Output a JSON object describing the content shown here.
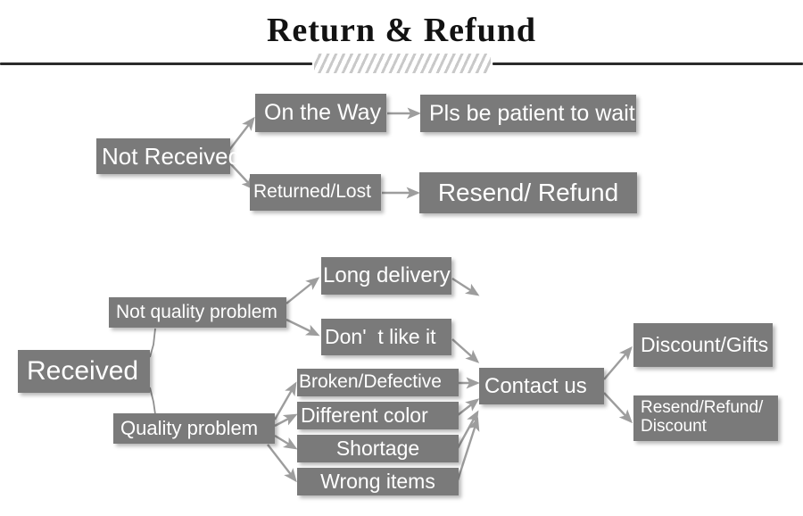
{
  "header": {
    "title": "Return & Refund",
    "divider_icon": "hatched-divider-icon"
  },
  "diagram": {
    "type": "flowchart",
    "box_color": "#7a7a7a",
    "text_color": "#ffffff",
    "arrow_color": "#9d9d9d",
    "branches": [
      {
        "root": "Not Received",
        "paths": [
          {
            "step": "On the Way",
            "result": "Pls be patient to wait"
          },
          {
            "step": "Returned/Lost",
            "result": "Resend/ Refund"
          }
        ]
      },
      {
        "root": "Received",
        "paths": [
          {
            "step": "Not quality problem",
            "issues": [
              "Long delivery",
              "Don'  t like it"
            ]
          },
          {
            "step": "Quality problem",
            "issues": [
              "Broken/Defective",
              "Different color",
              "Shortage",
              "Wrong items"
            ]
          }
        ],
        "action": "Contact us",
        "outcomes": [
          "Discount/Gifts",
          "Resend/Refund/\nDiscount"
        ]
      }
    ],
    "nodes": {
      "not_received": "Not Received",
      "on_the_way": "On the Way",
      "pls_be_patient": "Pls be patient to wait",
      "returned_lost": "Returned/Lost",
      "resend_refund": "Resend/ Refund",
      "received": "Received",
      "not_quality_problem": "Not quality problem",
      "quality_problem": "Quality problem",
      "long_delivery": "Long delivery",
      "dont_like_it": "Don'  t like it",
      "broken_defective": "Broken/Defective",
      "different_color": "Different color",
      "shortage": "Shortage",
      "wrong_items": "Wrong items",
      "contact_us": "Contact us",
      "discount_gifts": "Discount/Gifts",
      "resend_refund_discount_line1": "Resend/Refund/",
      "resend_refund_discount_line2": "Discount"
    }
  }
}
